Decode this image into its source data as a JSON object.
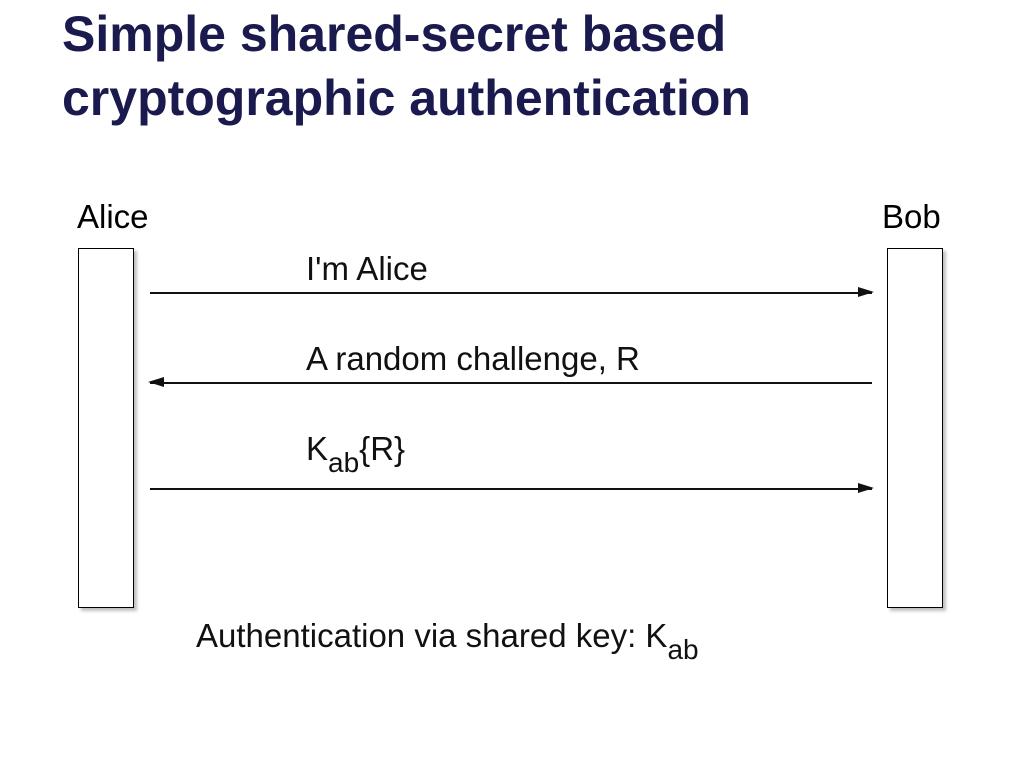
{
  "slide": {
    "title_line1": "Simple shared-secret based",
    "title_line2": "cryptographic authentication"
  },
  "diagram": {
    "parties": {
      "left": "Alice",
      "right": "Bob"
    },
    "messages": [
      {
        "label": "I'm Alice",
        "direction": "right"
      },
      {
        "label": "A random challenge, R",
        "direction": "left"
      },
      {
        "label_main": "K",
        "label_sub": "ab",
        "label_tail": "{R}",
        "direction": "right"
      }
    ],
    "caption": {
      "text": "Authentication via shared key: K",
      "sub": "ab"
    }
  },
  "colors": {
    "title": "#1a1a4e",
    "lines": "#111111"
  }
}
